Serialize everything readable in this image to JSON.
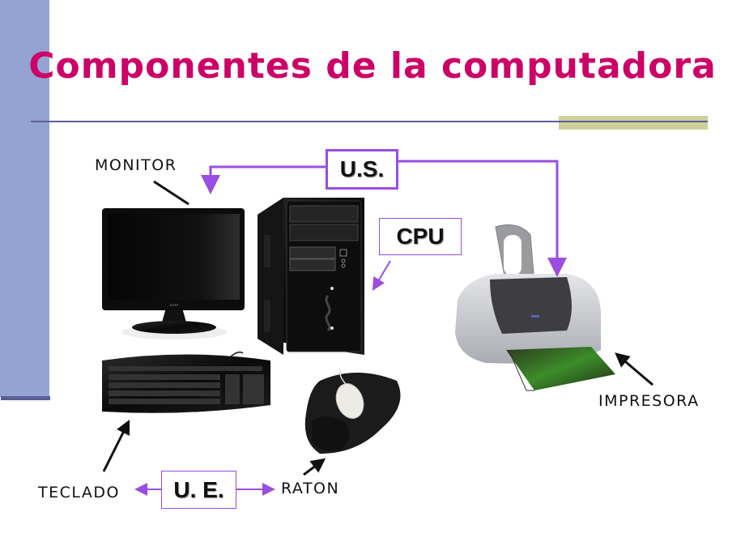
{
  "slide": {
    "title": "Componentes de la computadora",
    "colors": {
      "title": "#cc0066",
      "sidebar": "#94a3d1",
      "rule": "#5c5f99",
      "rule_accent": "#cdd09b",
      "connector": "#9a4de0",
      "pointer": "#111111"
    }
  },
  "diagram": {
    "groups": {
      "output": {
        "label": "U.S.",
        "targets": [
          "MONITOR",
          "IMPRESORA"
        ]
      },
      "input": {
        "label": "U. E.",
        "targets": [
          "TECLADO",
          "RATON"
        ]
      },
      "processing": {
        "label": "CPU"
      }
    },
    "labels": {
      "monitor": "MONITOR",
      "printer": "IMPRESORA",
      "keyboard": "TECLADO",
      "mouse": "RATON"
    },
    "images": [
      "monitor",
      "cpu-tower",
      "keyboard",
      "mouse-with-pad",
      "printer"
    ]
  }
}
